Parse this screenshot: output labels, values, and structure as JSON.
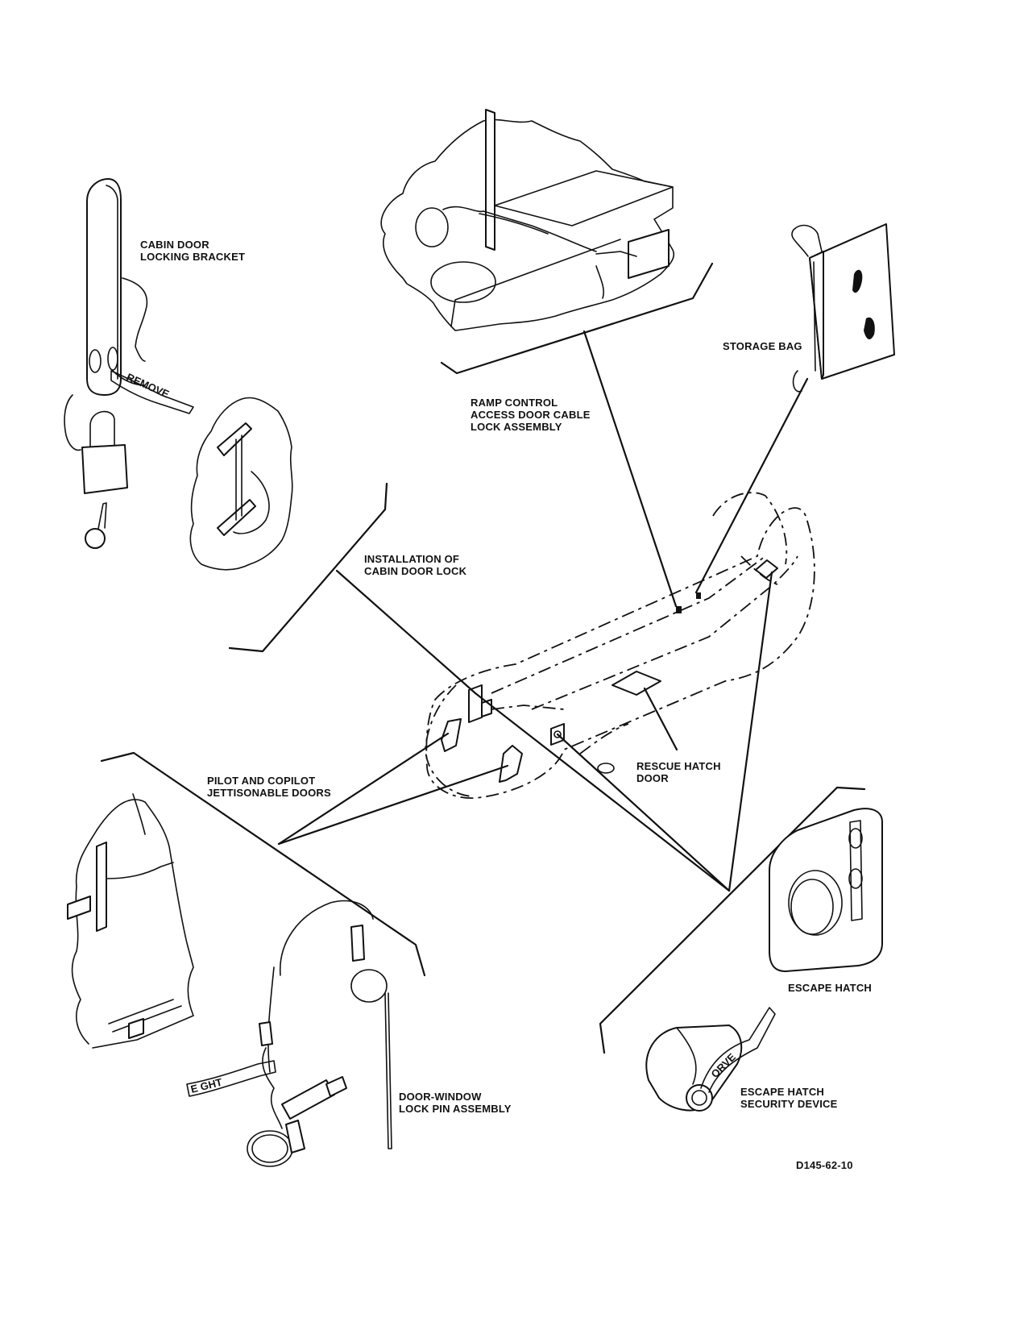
{
  "labels": {
    "cabin_door_bracket": [
      "CABIN DOOR",
      "LOCKING BRACKET"
    ],
    "ramp_control": [
      "RAMP CONTROL",
      "ACCESS DOOR CABLE",
      "LOCK ASSEMBLY"
    ],
    "storage_bag": [
      "STORAGE BAG"
    ],
    "install_cabin_door_lock": [
      "INSTALLATION OF",
      "CABIN DOOR LOCK"
    ],
    "pilot_copilot_doors": [
      "PILOT AND COPILOT",
      "JETTISONABLE DOORS"
    ],
    "rescue_hatch_door": [
      "RESCUE HATCH",
      "DOOR"
    ],
    "escape_hatch": [
      "ESCAPE HATCH"
    ],
    "escape_hatch_security": [
      "ESCAPE HATCH",
      "SECURITY DEVICE"
    ],
    "door_window_lock_pin": [
      "DOOR-WINDOW",
      "LOCK PIN ASSEMBLY"
    ],
    "figure_id": "D145-62-10"
  },
  "tape_text": {
    "remove_tag": "REMOVE",
    "weight_tag": "E GHT",
    "orve_tag": "ORVE"
  }
}
